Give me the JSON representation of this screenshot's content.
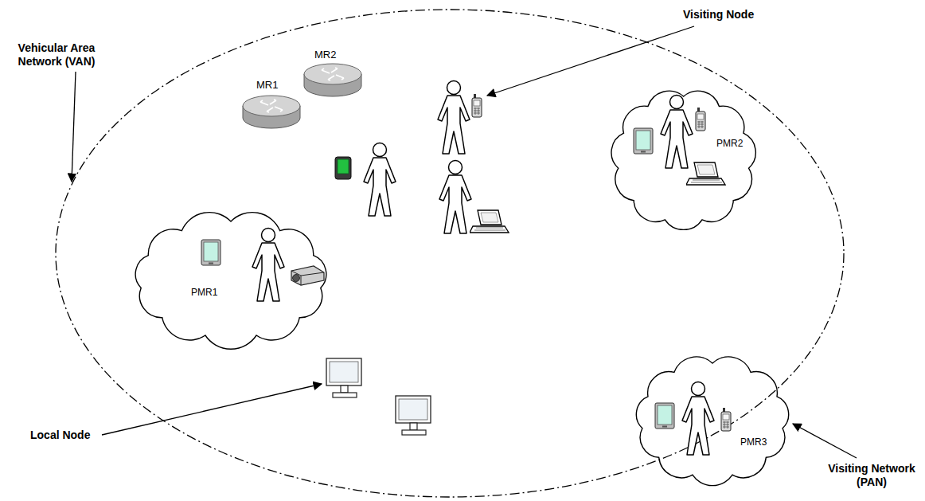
{
  "diagram": {
    "nodes": [
      {
        "text": [
          "PMR2"
        ]
      },
      {
        "text": [
          "PMR1"
        ]
      },
      {
        "text": [
          "PMR3"
        ]
      }
    ],
    "labels": [
      "Visiting Node",
      "MR2",
      "MR1",
      "Vehicular Area Network (VAN)",
      "Local Node",
      "Visiting Network (PAN)"
    ]
  }
}
